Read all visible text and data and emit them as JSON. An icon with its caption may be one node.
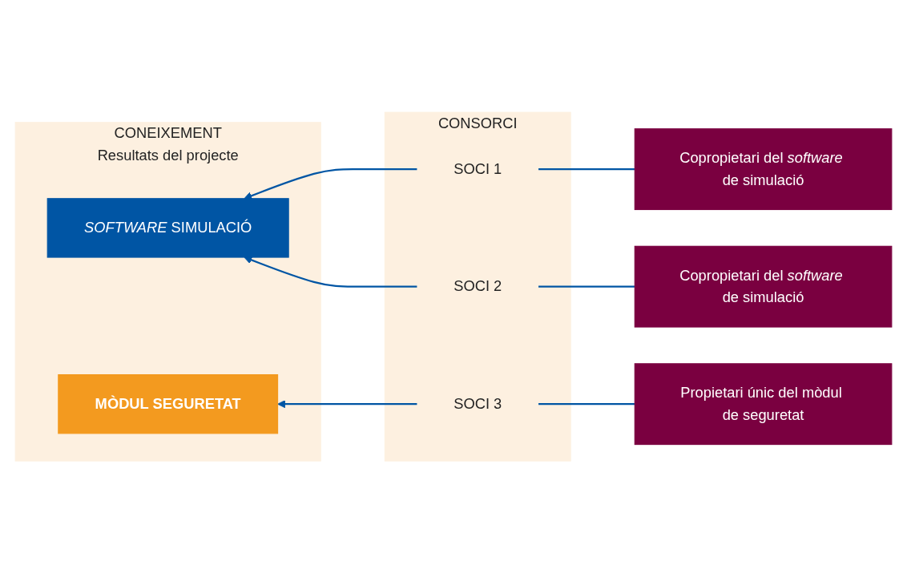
{
  "diagram": {
    "nodes": [
      {
        "text": [
          "CONEIXEMENT",
          "Resultats del projecte"
        ]
      },
      {
        "text": [
          "*SOFTWARE* SIMULACIÓ"
        ],
        "in": 0
      },
      {
        "text": [
          "MÒDUL SEGURETAT"
        ],
        "in": 0
      },
      {
        "text": [
          "CONSORCI"
        ]
      },
      {
        "text": [
          "SOCI 1"
        ],
        "in": 3
      },
      {
        "text": [
          "SOCI 2"
        ],
        "in": 3
      },
      {
        "text": [
          "SOCI 3"
        ],
        "in": 3
      },
      {
        "text": [
          "Copropietari del *software* de simulació"
        ]
      },
      {
        "text": [
          "Copropietari del *software* de simulació"
        ]
      },
      {
        "text": [
          "Propietari únic del mòdul de seguretat"
        ]
      }
    ],
    "edges": [
      {
        "from": 7,
        "to": 4,
        "arrow": "none"
      },
      {
        "from": 4,
        "to": 1,
        "arrow": "to"
      },
      {
        "from": 8,
        "to": 5,
        "arrow": "none"
      },
      {
        "from": 5,
        "to": 1,
        "arrow": "to"
      },
      {
        "from": 9,
        "to": 6,
        "arrow": "none"
      },
      {
        "from": 6,
        "to": 2,
        "arrow": "to"
      }
    ]
  }
}
